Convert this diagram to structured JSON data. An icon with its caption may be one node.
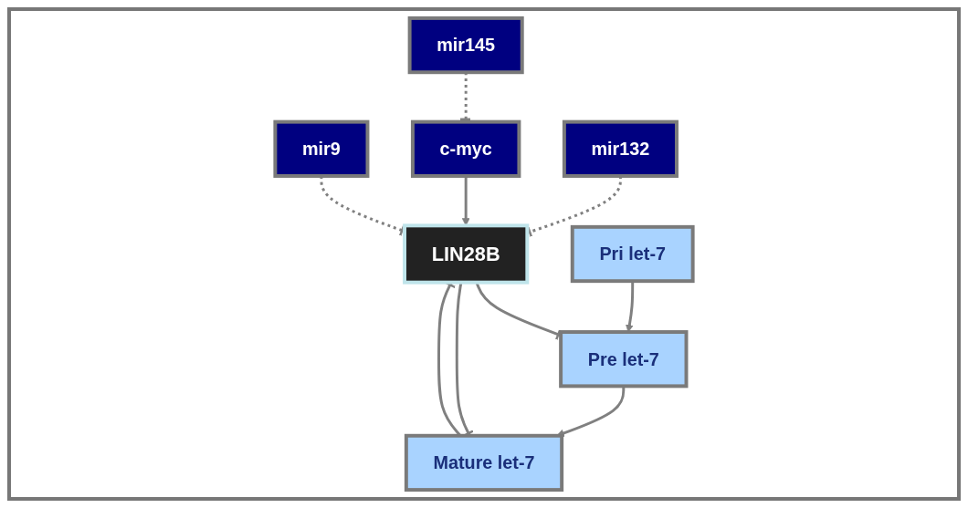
{
  "diagram": {
    "nodes": [
      {
        "text": [
          "mir145"
        ]
      },
      {
        "text": [
          "mir9"
        ]
      },
      {
        "text": [
          "c-myc"
        ]
      },
      {
        "text": [
          "mir132"
        ]
      },
      {
        "text": [
          "LIN28B"
        ]
      },
      {
        "text": [
          "Pri let-7"
        ]
      },
      {
        "text": [
          "Pre let-7"
        ]
      },
      {
        "text": [
          "Mature let-7"
        ]
      }
    ],
    "edges": [
      {
        "from": 0,
        "to": 2,
        "arrow": "other",
        "style": "dashed"
      },
      {
        "from": 2,
        "to": 4,
        "arrow": "to"
      },
      {
        "from": 1,
        "to": 4,
        "arrow": "other",
        "style": "dashed"
      },
      {
        "from": 3,
        "to": 4,
        "arrow": "other",
        "style": "dashed"
      },
      {
        "from": 4,
        "to": 6,
        "arrow": "other"
      },
      {
        "from": 4,
        "to": 7,
        "arrow": "other"
      },
      {
        "from": 7,
        "to": 4,
        "arrow": "other"
      },
      {
        "from": 5,
        "to": 6,
        "arrow": "to"
      },
      {
        "from": 6,
        "to": 7,
        "arrow": "to"
      }
    ]
  }
}
